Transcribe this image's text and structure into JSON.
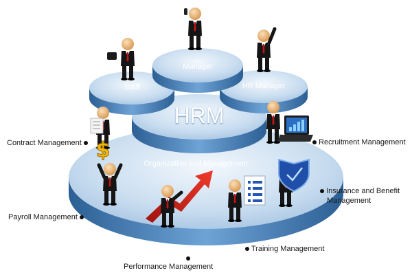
{
  "center": {
    "title": "HRM",
    "subtitle": "Organization and Management"
  },
  "top_discs": [
    {
      "label": "Staff"
    },
    {
      "label": "Manager"
    },
    {
      "label": "HR Manager"
    }
  ],
  "outer_labels": {
    "contract": "Contract Management",
    "recruitment": "Recruitment Management",
    "insurance_line1": "Insurance and Benefit",
    "insurance_line2": "Management",
    "payroll": "Payroll Management",
    "training": "Training Management",
    "performance": "Performance Management"
  },
  "icons": [
    "dollar-sign-icon",
    "laptop-chart-icon",
    "shield-icon",
    "rising-arrow-icon",
    "document-list-icon",
    "briefcase-icon",
    "newspaper-icon",
    "phone-icon"
  ],
  "colors": {
    "disc_top": "#c9ddf0",
    "disc_side": "#3f7db8",
    "label_text": "#1a1a1a",
    "arrow": "#d8231b",
    "shield": "#1f4fa8"
  }
}
